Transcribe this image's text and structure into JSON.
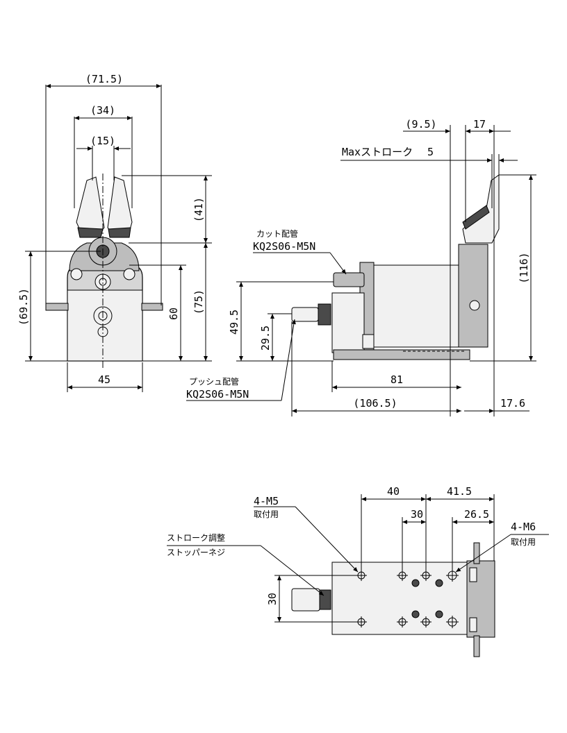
{
  "front_view": {
    "dim_width_overall": "(71.5)",
    "dim_jaw_width": "(34)",
    "dim_jaw_gap": "(15)",
    "dim_jaw_height": "(41)",
    "dim_height_center": "(69.5)",
    "dim_height_60": "60",
    "dim_height_75": "(75)",
    "dim_base_width": "45"
  },
  "side_view": {
    "dim_offset": "(9.5)",
    "dim_jaw_depth": "17",
    "stroke_label": "Maxストローク",
    "stroke_value": "5",
    "dim_total_height": "(116)",
    "cut_port_label": "カット配管",
    "cut_port_part": "KQ2S06-M5N",
    "push_port_label": "プッシュ配管",
    "push_port_part": "KQ2S06-M5N",
    "dim_port_high": "49.5",
    "dim_port_low": "29.5",
    "dim_length_81": "81",
    "dim_length_total": "(106.5)",
    "dim_base_17_6": "17.6"
  },
  "top_view": {
    "m5_label": "4-M5",
    "m5_sub": "取付用",
    "m6_label": "4-M6",
    "m6_sub": "取付用",
    "stopper_label": "ストローク調整",
    "stopper_sub": "ストッパーネジ",
    "dim_40": "40",
    "dim_41_5": "41.5",
    "dim_30_top": "30",
    "dim_26_5": "26.5",
    "dim_30_side": "30"
  }
}
